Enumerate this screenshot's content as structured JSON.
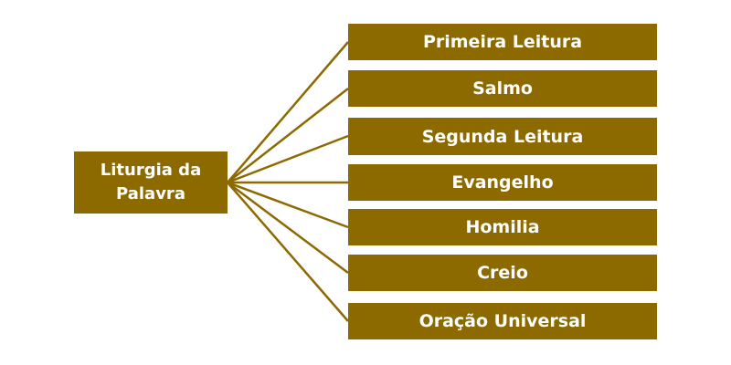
{
  "colors": {
    "box_fill": "#8c6a00",
    "line": "#8c6a00",
    "text": "#ffffff"
  },
  "root": {
    "label": "Liturgia da Palavra"
  },
  "items": [
    {
      "label": "Primeira Leitura"
    },
    {
      "label": "Salmo"
    },
    {
      "label": "Segunda Leitura"
    },
    {
      "label": "Evangelho"
    },
    {
      "label": "Homilia"
    },
    {
      "label": "Creio"
    },
    {
      "label": "Oração Universal"
    }
  ]
}
